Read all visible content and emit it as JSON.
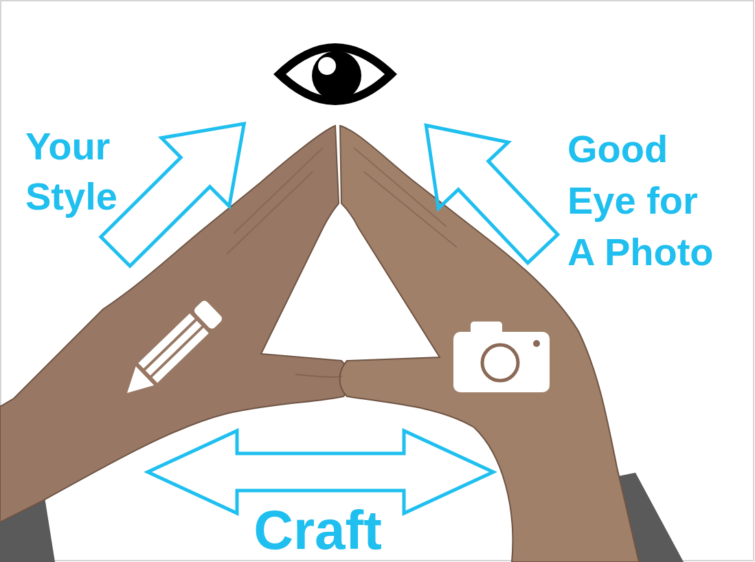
{
  "diagram": {
    "labels": [
      "Your Style",
      "Good Eye for A Photo",
      "Craft"
    ]
  }
}
